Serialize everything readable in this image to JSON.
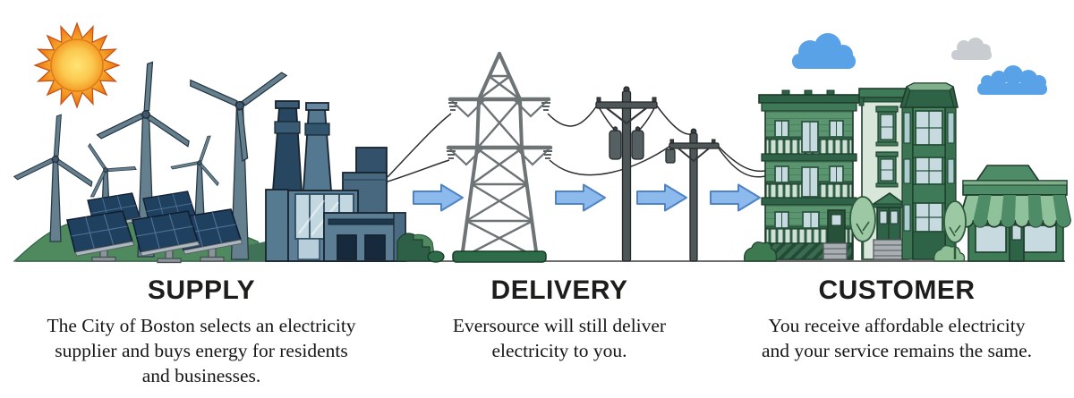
{
  "page": {
    "background": "#FFFFFF"
  },
  "sections": [
    {
      "id": "supply",
      "heading": "SUPPLY",
      "lines": [
        "The City of Boston selects an electricity",
        "supplier and buys energy for residents",
        "and businesses."
      ],
      "illustration_icons": [
        "sun-icon",
        "wind-turbine-icon",
        "solar-panel-icon",
        "power-plant-icon",
        "hill-icon"
      ]
    },
    {
      "id": "delivery",
      "heading": "DELIVERY",
      "lines": [
        "Eversource will still deliver",
        "electricity to you."
      ],
      "illustration_icons": [
        "transmission-tower-icon",
        "utility-pole-icon",
        "power-line-icon"
      ]
    },
    {
      "id": "customer",
      "heading": "CUSTOMER",
      "lines": [
        "You receive affordable electricity",
        "and your service remains the same."
      ],
      "illustration_icons": [
        "apartment-building-icon",
        "townhouse-icon",
        "storefront-icon",
        "tree-icon",
        "cloud-icon"
      ]
    }
  ],
  "flow": {
    "arrow_count": 4,
    "direction": "left-to-right"
  },
  "colors": {
    "arrow_fill": "#8DBAED",
    "arrow_stroke": "#4F83C4",
    "heading_text": "#1D1D1B",
    "body_text": "#161616",
    "sun_orange": "#F2901E",
    "industry_blue": "#5E8096",
    "building_green": "#5A9570",
    "trim_green": "#2F6347",
    "hill_green": "#4F8A5E",
    "cloud_blue": "#5AA2E8",
    "cloud_grey": "#C9CDD1",
    "ground_line": "#3D3D3D"
  }
}
